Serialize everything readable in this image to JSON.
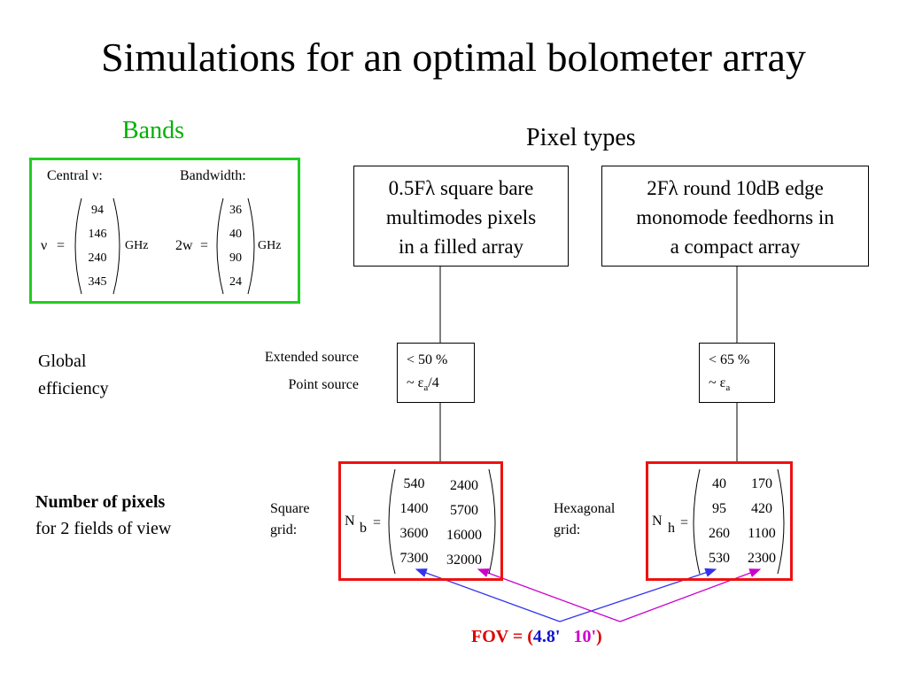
{
  "title": "Simulations for an optimal bolometer array",
  "bands": {
    "label": "Bands",
    "central_label": "Central ν:",
    "bandwidth_label": "Bandwidth:",
    "nu_symbol": "ν",
    "equals": "=",
    "nu_values": [
      "94",
      "146",
      "240",
      "345"
    ],
    "unit": "GHz",
    "bw_symbol": "2w",
    "bw_values": [
      "36",
      "40",
      "90",
      "24"
    ]
  },
  "pixel_types": {
    "label": "Pixel types",
    "type1_lines": [
      "0.5Fλ square bare",
      "multimodes pixels",
      "in a filled array"
    ],
    "type2_lines": [
      "2Fλ round 10dB edge",
      "monomode feedhorns in",
      "a compact array"
    ]
  },
  "efficiency": {
    "label_lines": [
      "Global",
      "efficiency"
    ],
    "extended_label": "Extended source",
    "point_label": "Point source",
    "type1_extended": "< 50 %",
    "type1_point_prefix": "~ ε",
    "type1_point_sub": "a",
    "type1_point_suffix": "/4",
    "type2_extended": "< 65 %",
    "type2_point_prefix": "~ ε",
    "type2_point_sub": "a"
  },
  "pixels": {
    "label_bold": "Number of pixels",
    "label_rest": "for 2 fields of view",
    "square_label_lines": [
      "Square",
      "grid:"
    ],
    "hex_label_lines": [
      "Hexagonal",
      "grid:"
    ],
    "square_symbol": "N",
    "square_sub": "b",
    "hex_symbol": "N",
    "hex_sub": "h",
    "equals": "=",
    "square_col1": [
      "540",
      "1400",
      "3600",
      "7300"
    ],
    "square_col2": [
      "2400",
      "5700",
      "16000",
      "32000"
    ],
    "hex_col1": [
      "40",
      "95",
      "260",
      "530"
    ],
    "hex_col2": [
      "170",
      "420",
      "1100",
      "2300"
    ]
  },
  "fov": {
    "prefix": "FOV = (",
    "value1": "4.8'",
    "value2": "10'",
    "suffix": ")"
  },
  "colors": {
    "bands_green": "#22cc22",
    "highlight_red": "#ee1111",
    "arrow_blue": "#3333ee",
    "arrow_magenta": "#cc00cc"
  }
}
